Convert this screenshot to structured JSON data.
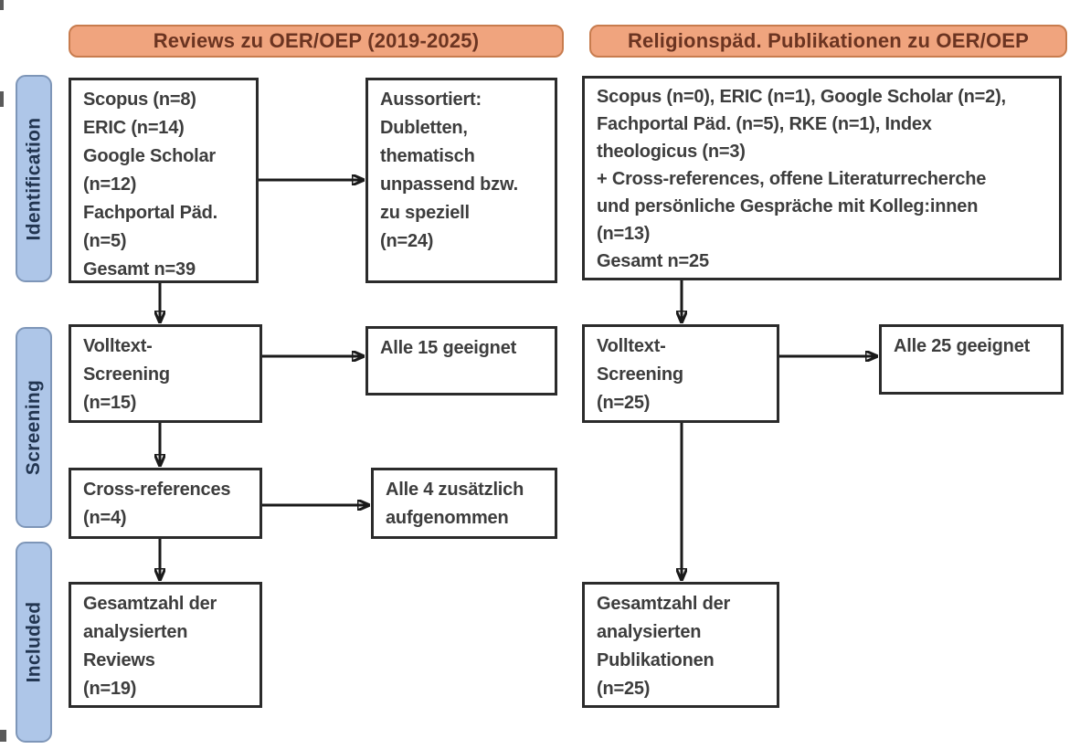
{
  "diagram_title": "Literature search flow diagram (PRISMA style)",
  "colors": {
    "header_fill": "#f0a47e",
    "header_border": "#c87c4e",
    "header_text": "#6b3421",
    "stage_fill": "#aec6e8",
    "stage_border": "#7e96b8",
    "stage_text": "#223550",
    "box_border": "#2b2b2b",
    "box_text": "#3d3d3d",
    "arrow": "#1a1a1a"
  },
  "headers": {
    "left": "Reviews zu OER/OEP (2019-2025)",
    "right": "Religionspäd. Publikationen zu OER/OEP"
  },
  "stages": {
    "identification": "Identification",
    "screening": "Screening",
    "included": "Included"
  },
  "left_flow": {
    "sources": [
      "Scopus (n=8)",
      "ERIC (n=14)",
      "Google Scholar",
      "(n=12)",
      "Fachportal Päd.",
      "(n=5)",
      "Gesamt n=39"
    ],
    "excluded": [
      "Aussortiert:",
      "Dubletten,",
      "thematisch",
      "unpassend bzw.",
      "zu speziell",
      "(n=24)"
    ],
    "fulltext": [
      "Volltext-",
      "Screening",
      "(n=15)"
    ],
    "fulltext_result": [
      "Alle 15 geeignet"
    ],
    "crossref": [
      "Cross-references",
      "(n=4)"
    ],
    "crossref_result": [
      "Alle 4 zusätzlich",
      "aufgenommen"
    ],
    "included": [
      "Gesamtzahl der",
      "analysierten",
      "Reviews",
      "(n=19)"
    ]
  },
  "right_flow": {
    "sources": [
      "Scopus (n=0), ERIC (n=1), Google Scholar (n=2),",
      "Fachportal Päd. (n=5), RKE (n=1), Index",
      "theologicus (n=3)",
      "+ Cross-references, offene Literaturrecherche",
      "und persönliche Gespräche mit Kolleg:innen",
      "(n=13)",
      "Gesamt n=25"
    ],
    "fulltext": [
      "Volltext-",
      "Screening",
      "(n=25)"
    ],
    "fulltext_result": [
      "Alle 25 geeignet"
    ],
    "included": [
      "Gesamtzahl der",
      "analysierten",
      "Publikationen",
      "(n=25)"
    ]
  }
}
